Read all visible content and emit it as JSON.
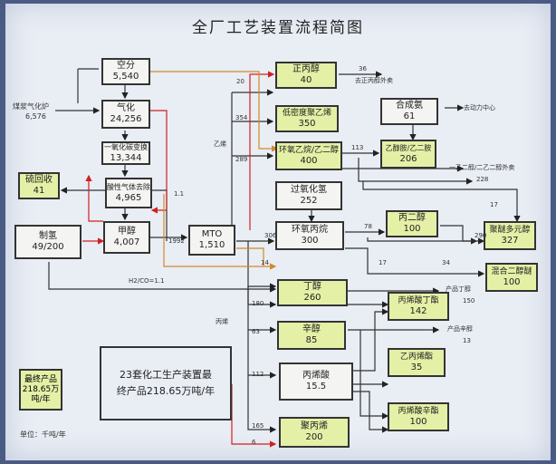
{
  "title": "全厂工艺装置流程简图",
  "boxes": {
    "air_sep": {
      "name": "空分",
      "value": "5,540"
    },
    "gasification": {
      "name": "气化",
      "value": "24,256"
    },
    "co_shift": {
      "name": "一氧化碳变换",
      "value": "13,344"
    },
    "acid_gas_removal": {
      "name": "酸性气体去除",
      "value": "4,965"
    },
    "methanol": {
      "name": "甲醇",
      "value": "4,007"
    },
    "sulfur_recovery": {
      "name": "硫回收",
      "value": "41"
    },
    "hydrogen": {
      "name": "制氢",
      "value": "49/200"
    },
    "mto": {
      "name": "MTO",
      "value": "1,510"
    },
    "propanol": {
      "name": "正丙醇",
      "value": "40"
    },
    "ldpe": {
      "name": "低密度聚乙烯",
      "value": "350"
    },
    "eo_eg": {
      "name": "环氧乙烷/乙二醇",
      "value": "400"
    },
    "synth_ammonia": {
      "name": "合成氨",
      "value": "61"
    },
    "ethanolamine": {
      "name": "乙醇胺/乙二胺",
      "value": "206"
    },
    "peroxide": {
      "name": "过氧化氢",
      "value": "252"
    },
    "propylene_oxide": {
      "name": "环氧丙烷",
      "value": "300"
    },
    "propylene_glycol": {
      "name": "丙二醇",
      "value": "100"
    },
    "polyether_polyol": {
      "name": "聚醚多元醇",
      "value": "327"
    },
    "mixed_glycol": {
      "name": "混合二醇醚",
      "value": "100"
    },
    "butanol": {
      "name": "丁醇",
      "value": "260"
    },
    "butyl_acrylate": {
      "name": "丙烯酸丁酯",
      "value": "142"
    },
    "octanol": {
      "name": "辛醇",
      "value": "85"
    },
    "acrylic_acid": {
      "name": "丙烯酸",
      "value": "15.5"
    },
    "ethyl_acrylate": {
      "name": "乙丙烯酯",
      "value": "35"
    },
    "octyl_acrylate": {
      "name": "丙烯酸辛酯",
      "value": "100"
    },
    "polypropylene": {
      "name": "聚丙烯",
      "value": "200"
    }
  },
  "labels": {
    "coal": "煤浆气化炉",
    "coal_val": "6,576",
    "l20": "20",
    "l354": "354",
    "l289": "289",
    "ethylene": "乙烯",
    "l36": "36",
    "to_propanol": "去正丙醇外卖",
    "to_center": "去动力中心",
    "l113": "113",
    "l228": "228",
    "eg_out": "一乙二醇/二乙二醇外卖",
    "l17a": "17",
    "l17b": "17",
    "l78": "78",
    "l34": "34",
    "l290": "290",
    "l1_1a": "1.1",
    "l1992": "1992",
    "l306": "306",
    "l14": "14",
    "l180": "180",
    "l63": "63",
    "l112": "112",
    "l165": "165",
    "l6": "6",
    "propylene": "丙烯",
    "h2co": "H2/CO=1.1",
    "product_butanol": "产品丁醇",
    "l150": "150",
    "product_octanol": "产品辛醇",
    "l13": "13"
  },
  "summary": {
    "line1": "23套化工生产装置最",
    "line2": "终产品218.65万吨/年"
  },
  "final": {
    "line1": "最终产品",
    "line2": "218.65万",
    "line3": "吨/年"
  },
  "unit": "单位：千吨/年"
}
